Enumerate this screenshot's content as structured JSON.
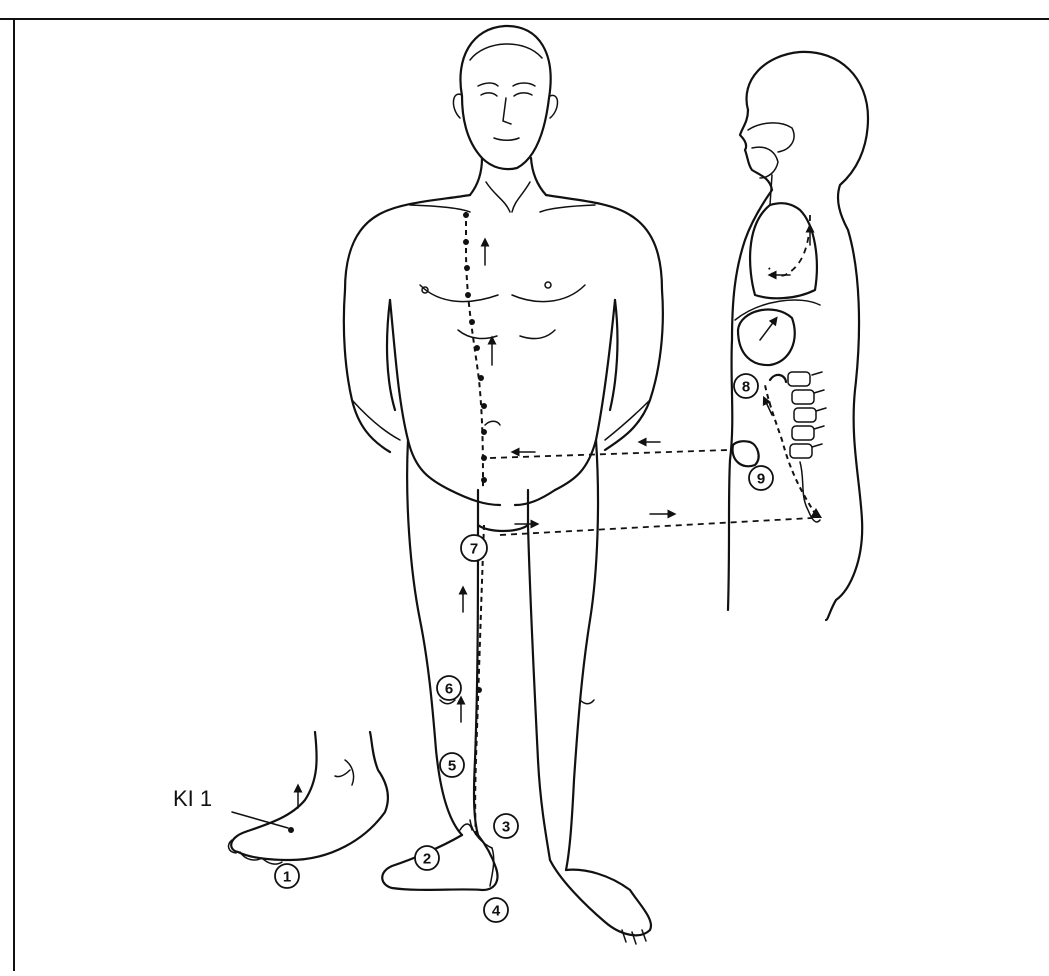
{
  "figure": {
    "point_label": "KI 1",
    "points": [
      "1",
      "2",
      "3",
      "4",
      "5",
      "6",
      "7",
      "8",
      "9"
    ]
  }
}
